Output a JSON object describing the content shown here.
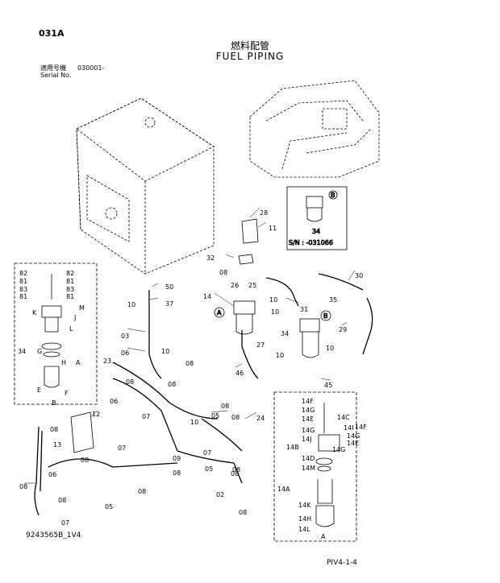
{
  "header": {
    "page_id": "031A",
    "title_jp": "燃料配管",
    "title_en": "FUEL PIPING",
    "serial_label_jp": "適用号機",
    "serial_label_en": "Serial No.",
    "serial_value": "030001-"
  },
  "footer": {
    "drawing_number": "9243565B_1V4",
    "page_ref": "PIV4-1-4"
  },
  "inset": {
    "serial_note": "S/N : -031066",
    "part": "34",
    "ref": "B"
  },
  "callouts": [
    {
      "id": "tank",
      "label": "28"
    },
    {
      "id": "c11",
      "label": "11"
    },
    {
      "id": "c32",
      "label": "32"
    },
    {
      "id": "c08a",
      "label": "08"
    },
    {
      "id": "c26",
      "label": "26"
    },
    {
      "id": "c25",
      "label": "25"
    },
    {
      "id": "c50",
      "label": "50"
    },
    {
      "id": "c37",
      "label": "37"
    },
    {
      "id": "c10a",
      "label": "10"
    },
    {
      "id": "c03",
      "label": "03"
    },
    {
      "id": "c06a",
      "label": "06"
    },
    {
      "id": "c10b",
      "label": "10"
    },
    {
      "id": "c08b",
      "label": "08"
    },
    {
      "id": "c14",
      "label": "14"
    },
    {
      "id": "c10c",
      "label": "10"
    },
    {
      "id": "c31",
      "label": "31"
    },
    {
      "id": "c10d",
      "label": "10"
    },
    {
      "id": "c30",
      "label": "30"
    },
    {
      "id": "c35",
      "label": "35"
    },
    {
      "id": "c34",
      "label": "34"
    },
    {
      "id": "c29",
      "label": "29"
    },
    {
      "id": "c10e",
      "label": "10"
    },
    {
      "id": "c27",
      "label": "27"
    },
    {
      "id": "c10f",
      "label": "10"
    },
    {
      "id": "c46",
      "label": "46"
    },
    {
      "id": "c45",
      "label": "45"
    },
    {
      "id": "c23",
      "label": "23"
    },
    {
      "id": "c08c",
      "label": "08"
    },
    {
      "id": "c06b",
      "label": "06"
    },
    {
      "id": "c07a",
      "label": "07"
    },
    {
      "id": "c05a",
      "label": "05"
    },
    {
      "id": "c08d",
      "label": "08"
    },
    {
      "id": "c24",
      "label": "24"
    },
    {
      "id": "c12",
      "label": "12"
    },
    {
      "id": "c10g",
      "label": "10"
    },
    {
      "id": "c08e",
      "label": "08"
    },
    {
      "id": "c13",
      "label": "13"
    },
    {
      "id": "c08f",
      "label": "08"
    },
    {
      "id": "c07b",
      "label": "07"
    },
    {
      "id": "c08g",
      "label": "08"
    },
    {
      "id": "c09",
      "label": "09"
    },
    {
      "id": "c08h",
      "label": "08"
    },
    {
      "id": "c07c",
      "label": "07"
    },
    {
      "id": "c05b",
      "label": "05"
    },
    {
      "id": "c08i",
      "label": "08"
    },
    {
      "id": "c02",
      "label": "02"
    },
    {
      "id": "c05c",
      "label": "05"
    },
    {
      "id": "c08j",
      "label": "08"
    },
    {
      "id": "c07d",
      "label": "07"
    },
    {
      "id": "c08k",
      "label": "08"
    },
    {
      "id": "c08l",
      "label": "08"
    },
    {
      "id": "c08m",
      "label": "08"
    },
    {
      "id": "c06c",
      "label": "06"
    },
    {
      "id": "c08n",
      "label": "08"
    },
    {
      "id": "c08o",
      "label": "08"
    }
  ],
  "detail_left": {
    "labels": [
      "82",
      "81",
      "83",
      "81",
      "82",
      "81",
      "83",
      "81",
      "K",
      "M",
      "J",
      "L",
      "34",
      "G",
      "H",
      "A",
      "E",
      "F",
      "B"
    ]
  },
  "detail_right": {
    "labels": [
      "14F",
      "14G",
      "14E",
      "14C",
      "14G",
      "14F",
      "14I",
      "14G",
      "14J",
      "14E",
      "14B",
      "14G",
      "14D",
      "14M",
      "14A",
      "14K",
      "14H",
      "14L",
      "A"
    ]
  },
  "ref_markers": {
    "a": "A",
    "b": "B"
  }
}
